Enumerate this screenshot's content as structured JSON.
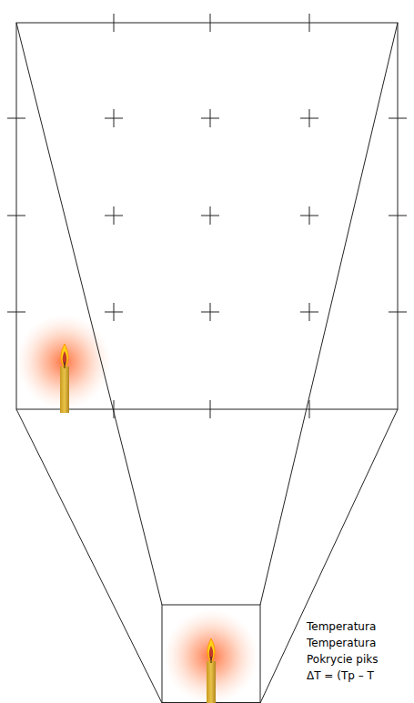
{
  "diagram": {
    "labels": [
      "Temperatura",
      "Temperatura",
      "Pokrycie piks",
      "ΔT = (Tp – T"
    ]
  }
}
